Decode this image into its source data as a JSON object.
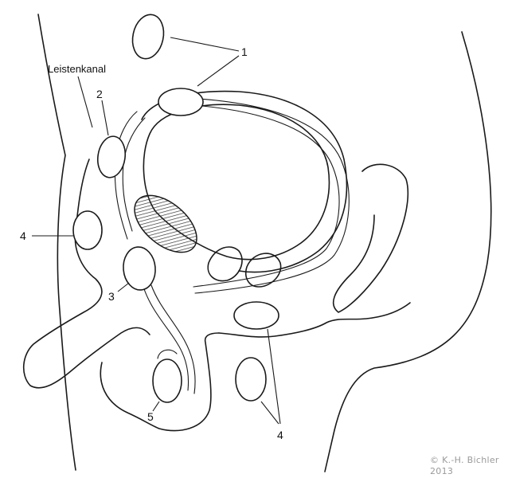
{
  "labels": {
    "inguinal_canal": "Leistenkanal",
    "n1": "1",
    "n2": "2",
    "n3": "3",
    "n4_left": "4",
    "n4_bottom": "4",
    "n5": "5"
  },
  "copyright": {
    "line1": "© K.-H. Bichler",
    "line2": "2013"
  },
  "colors": {
    "ink": "#1a1a1a",
    "copyright": "#9a9a9a",
    "hatch": "#333333"
  }
}
